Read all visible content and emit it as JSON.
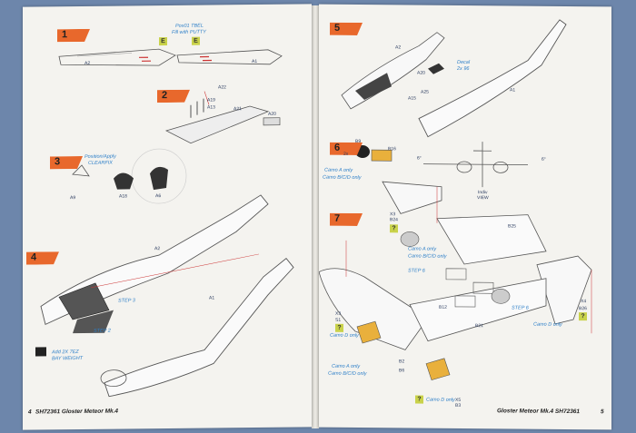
{
  "left_page": {
    "steps": [
      "1",
      "2",
      "3",
      "4"
    ],
    "step1": {
      "parts": [
        "A2",
        "A1"
      ],
      "note": [
        "Pos01 TBEL",
        "Fill with PUTTY"
      ],
      "badge": "E"
    },
    "step2": {
      "parts": [
        "A22",
        "A19",
        "A13",
        "A21",
        "A20"
      ]
    },
    "step3": {
      "parts": [
        "A9",
        "A18",
        "A6"
      ],
      "note": [
        "Position/Apply",
        "CLEARFIX"
      ]
    },
    "step4": {
      "parts": [
        "A2",
        "A1"
      ],
      "sub_steps": [
        "STEP 3",
        "STEP 2"
      ],
      "weight_note": [
        "Add 2X 7EZ",
        "BAY WEIGHT"
      ]
    },
    "footer_num": "4",
    "footer": "SH72361 Gloster Meteor Mk.4"
  },
  "right_page": {
    "steps": [
      "5",
      "6",
      "7"
    ],
    "step5": {
      "parts": [
        "A2",
        "A20",
        "A15",
        "A25",
        "A1"
      ],
      "decal": [
        "Decal",
        "2x 96"
      ]
    },
    "step6": {
      "parts": [
        "B9",
        "B16",
        "2x"
      ],
      "camo_notes": [
        "Camo A only",
        "Camo B/C/D only"
      ],
      "view": [
        "Indiv",
        "VIEW"
      ],
      "angles": [
        "6°",
        "6°"
      ]
    },
    "step7": {
      "parts": [
        "X3",
        "B24",
        "B25",
        "B12",
        "B21",
        "X4",
        "B26",
        "X5",
        "B2",
        "X3",
        "S1",
        "B6",
        "B3"
      ],
      "sub_steps": [
        "STEP 6",
        "STEP 6"
      ],
      "camo_notes": [
        "Camo A only",
        "Camo B/C/D only",
        "Camo D only",
        "Camo D only",
        "Camo A only",
        "Camo B/C/D only",
        "Camo D only"
      ]
    },
    "footer": "Gloster Meteor Mk.4  SH72361",
    "footer_num": "5"
  },
  "colors": {
    "page": "#f4f3ef",
    "background": "#6d86ab",
    "step_tag": "#e8682c",
    "accent_blue": "#2d7fc8",
    "part_yellow": "#e9b03c",
    "badge_green": "#c9d24a"
  }
}
